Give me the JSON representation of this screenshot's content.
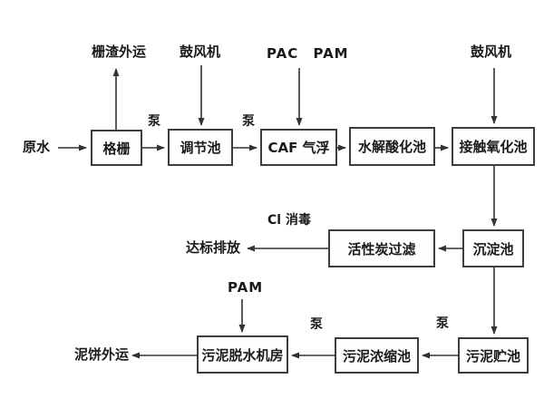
{
  "diagram": {
    "nodes": {
      "raw_water": "原水",
      "grille": "格栅",
      "regulating_tank": "调节池",
      "caf_flotation": "CAF 气浮",
      "hydrolysis_acidification_tank": "水解酸化池",
      "contact_oxidation_tank": "接触氧化池",
      "sedimentation_tank": "沉淀池",
      "activated_carbon_filter": "活性炭过滤",
      "sludge_storage_tank": "污泥贮池",
      "sludge_thickening_tank": "污泥浓缩池",
      "sludge_dewatering_room": "污泥脱水机房"
    },
    "io_labels": {
      "slag_outbound": "栅渣外运",
      "standard_discharge": "达标排放",
      "mud_cake_outbound": "泥饼外运"
    },
    "dosing_labels": {
      "blower_1": "鼓风机",
      "blower_2": "鼓风机",
      "pac_pam": "PAC PAM",
      "pam": "PAM",
      "cl_disinfection": "Cl 消毒"
    },
    "pump_labels": {
      "pump_1": "泵",
      "pump_2": "泵",
      "pump_3": "泵",
      "pump_4": "泵"
    },
    "colors": {
      "line": "#333333",
      "box_border": "#3d3d3d",
      "text": "#1a1a1a",
      "background": "#ffffff"
    }
  }
}
